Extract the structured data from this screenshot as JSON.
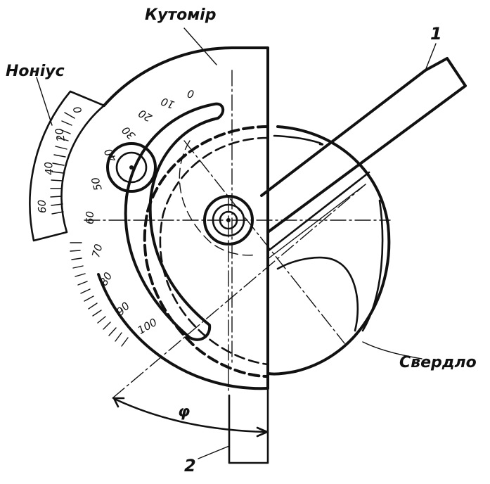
{
  "labels": {
    "protractor": "Кутомір",
    "vernier": "Ноніус",
    "drill": "Свердло",
    "part1": "1",
    "part2": "2",
    "angle": "φ"
  },
  "main_scale": [
    "0",
    "10",
    "20",
    "30",
    "40",
    "50",
    "60",
    "70",
    "80",
    "90",
    "100"
  ],
  "vernier_scale": [
    "0",
    "20",
    "40",
    "60"
  ]
}
